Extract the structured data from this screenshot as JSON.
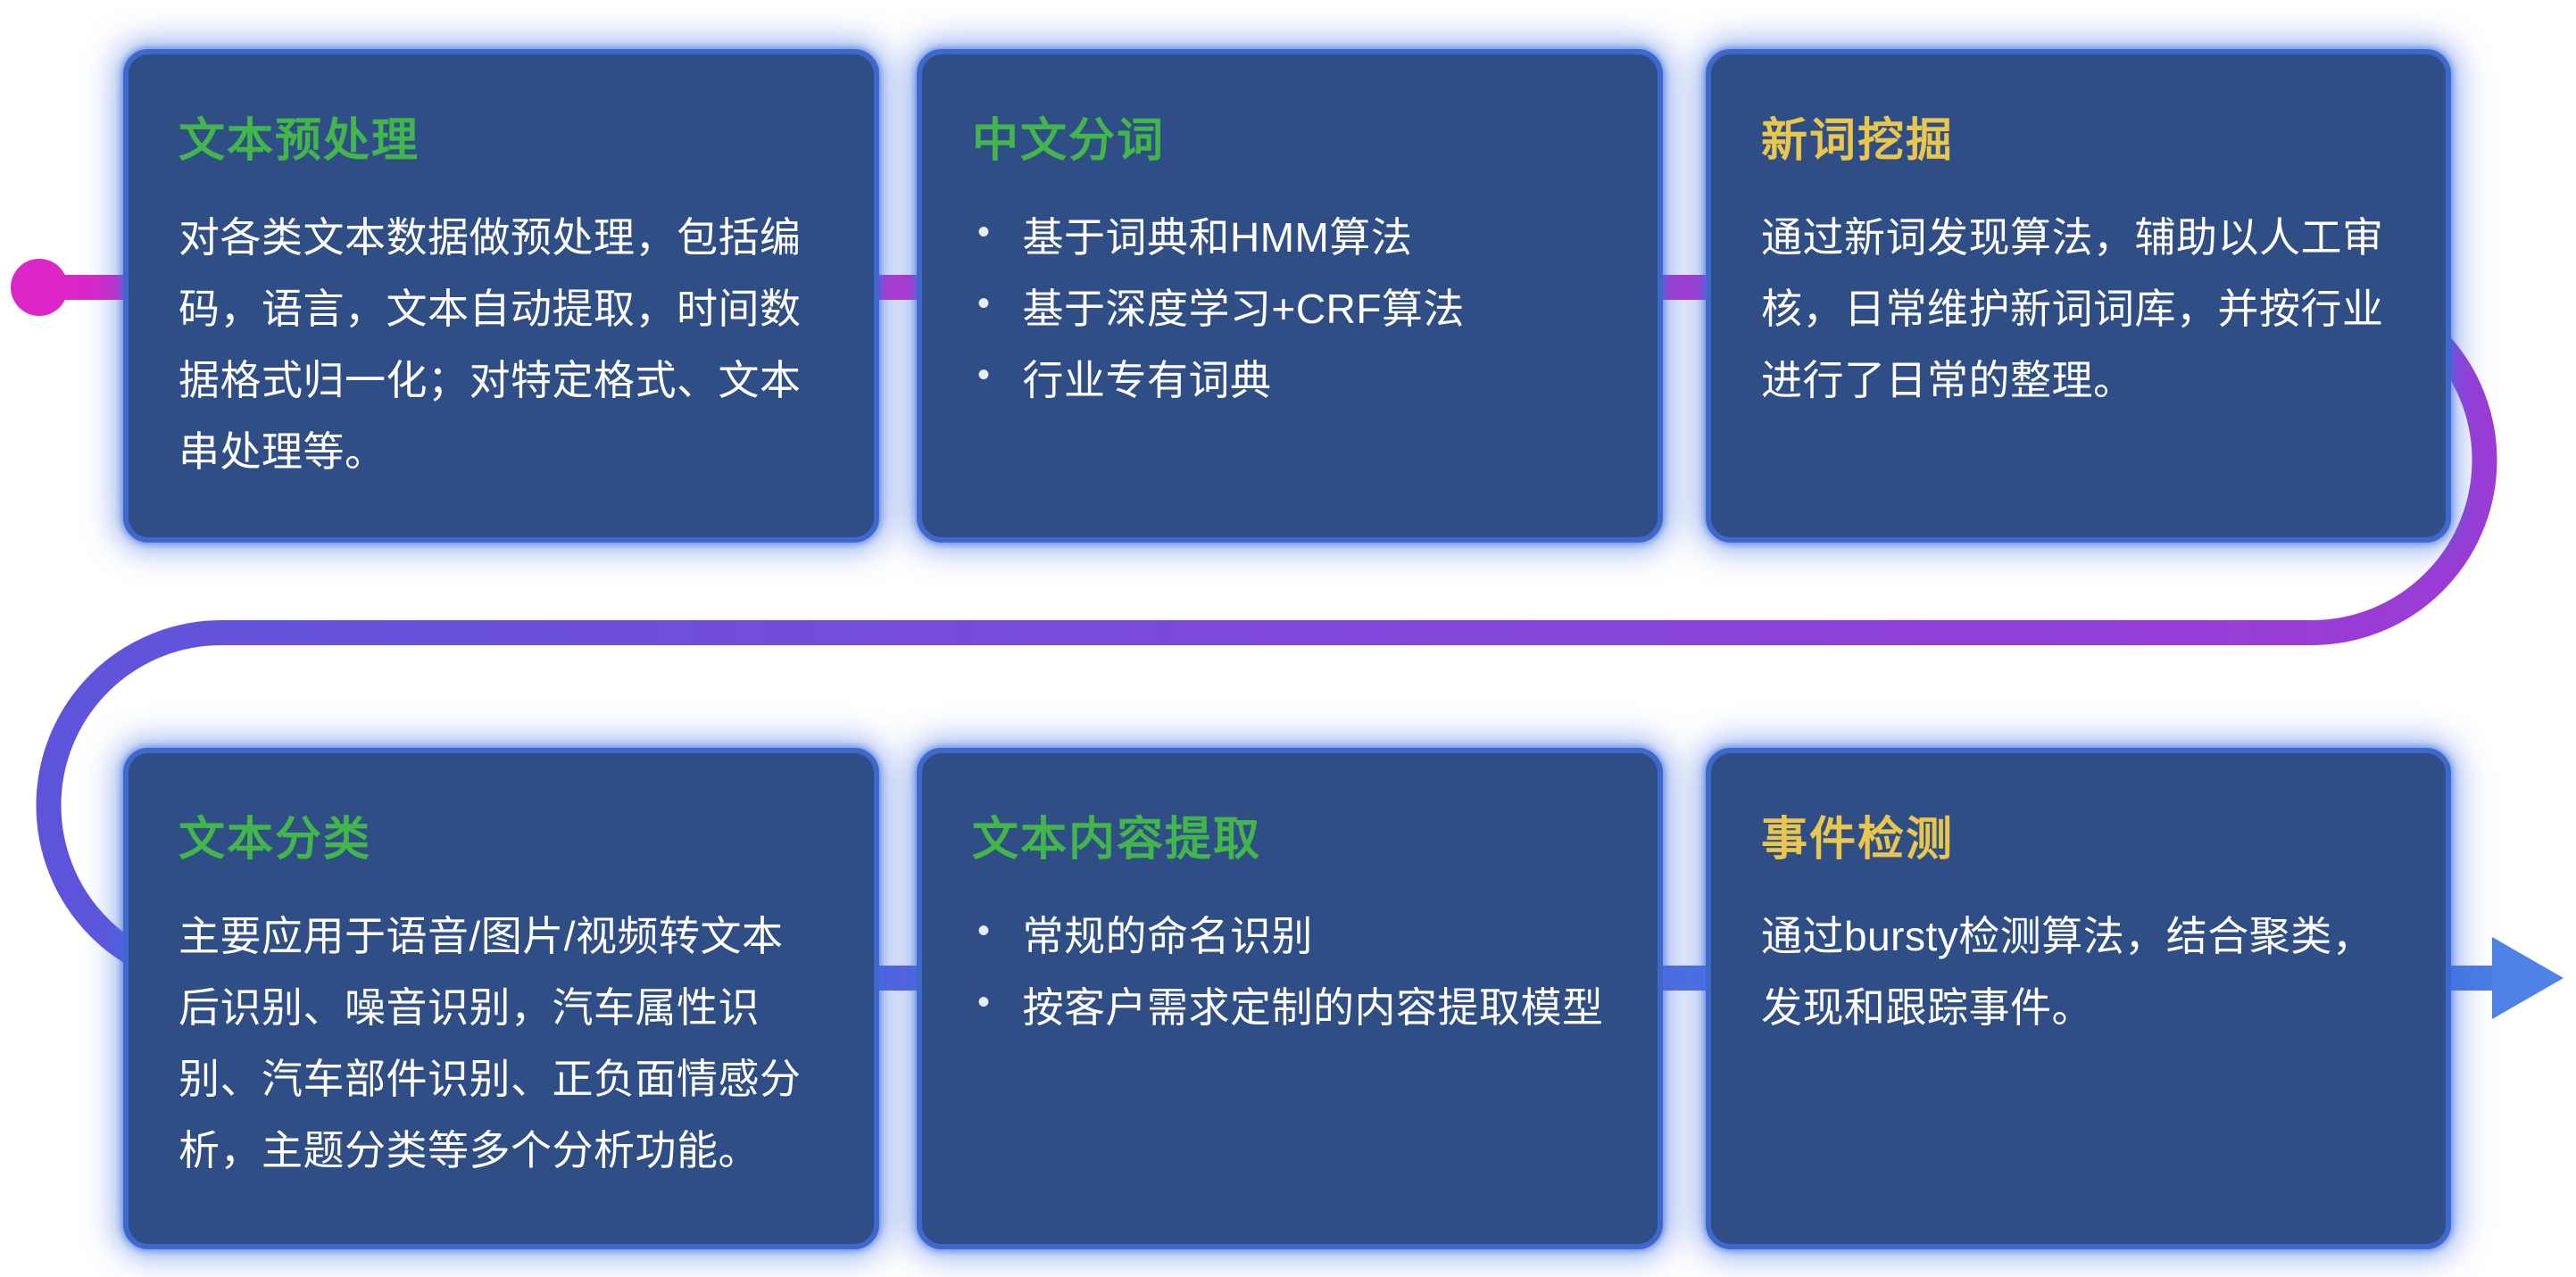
{
  "diagram": {
    "bullet_char": "•",
    "flow": {
      "start_color": "#DC26C7",
      "mid_color": "#9C3BD6",
      "indigo_color": "#5E54DC",
      "end_color": "#4A7CE2"
    },
    "colors": {
      "page_background": "#FFFFFF",
      "card_background": "#2F4E86",
      "card_border": "#3E68CC",
      "card_glow": "#3F6FE0",
      "title_green": "#43B64B",
      "title_yellow": "#E9C64E",
      "body_text": "#FFFFFF"
    }
  },
  "cards": [
    {
      "title": "文本预处理",
      "body": "对各类文本数据做预处理，包括编码，语言，文本自动提取，时间数据格式归一化；对特定格式、文本串处理等。"
    },
    {
      "title": "中文分词",
      "bullets": [
        "基于词典和HMM算法",
        "基于深度学习+CRF算法",
        "行业专有词典"
      ]
    },
    {
      "title": "新词挖掘",
      "body": "通过新词发现算法，辅助以人工审核，日常维护新词词库，并按行业进行了日常的整理。"
    },
    {
      "title": "文本分类",
      "body": "主要应用于语音/图片/视频转文本后识别、噪音识别，汽车属性识别、汽车部件识别、正负面情感分析，主题分类等多个分析功能。"
    },
    {
      "title": "文本内容提取",
      "bullets": [
        "常规的命名识别",
        "按客户需求定制的内容提取模型"
      ]
    },
    {
      "title": "事件检测",
      "body": "通过bursty检测算法，结合聚类，发现和跟踪事件。"
    }
  ]
}
